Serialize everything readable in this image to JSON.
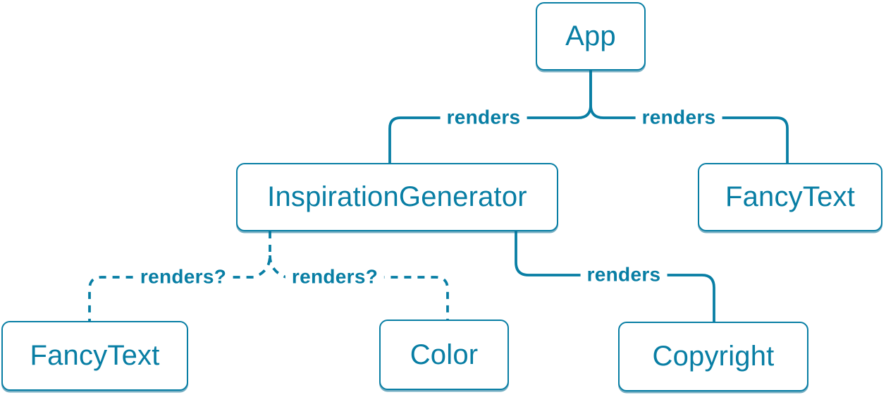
{
  "diagram": {
    "type": "component-render-tree",
    "accent_color": "#087ea4",
    "node_background": "#ffffff",
    "nodes": [
      {
        "id": "app",
        "label": "App"
      },
      {
        "id": "inspiration-generator",
        "label": "InspirationGenerator"
      },
      {
        "id": "fancy-text-top",
        "label": "FancyText"
      },
      {
        "id": "fancy-text-bottom",
        "label": "FancyText"
      },
      {
        "id": "color",
        "label": "Color"
      },
      {
        "id": "copyright",
        "label": "Copyright"
      }
    ],
    "edges": [
      {
        "from": "App",
        "to": "InspirationGenerator",
        "label": "renders",
        "style": "solid"
      },
      {
        "from": "App",
        "to": "FancyText",
        "label": "renders",
        "style": "solid"
      },
      {
        "from": "InspirationGenerator",
        "to": "FancyText",
        "label": "renders?",
        "style": "dashed"
      },
      {
        "from": "InspirationGenerator",
        "to": "Color",
        "label": "renders?",
        "style": "dashed"
      },
      {
        "from": "InspirationGenerator",
        "to": "Copyright",
        "label": "renders",
        "style": "solid"
      }
    ]
  }
}
